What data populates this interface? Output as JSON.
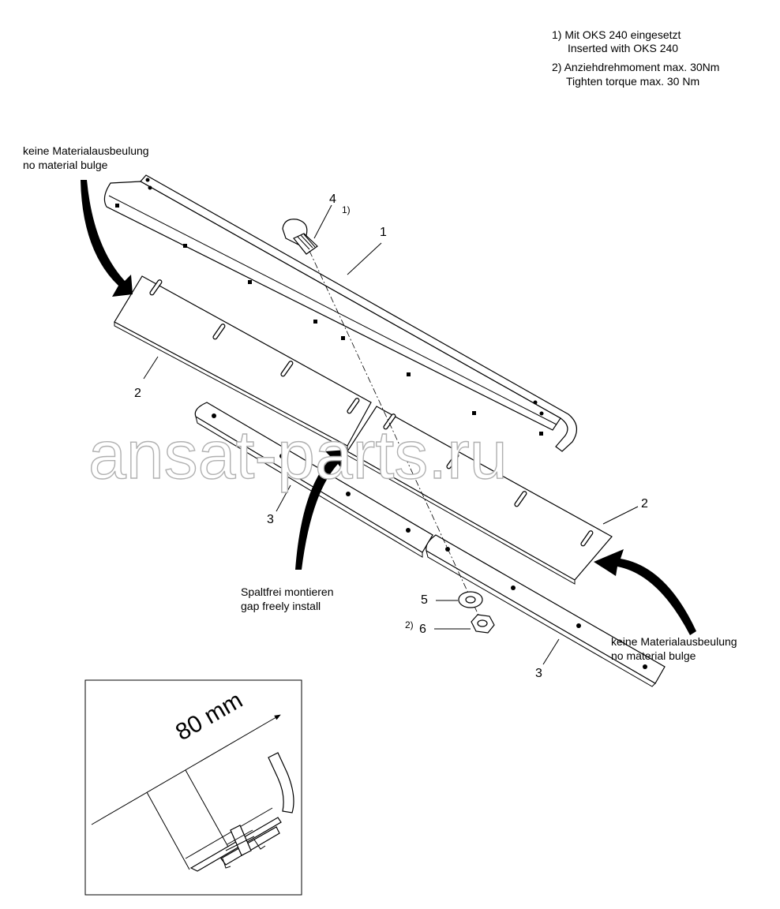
{
  "notes": {
    "note1_de": "1) Mit OKS 240 eingesetzt",
    "note1_en": "Inserted with OKS 240",
    "note2_de": "2) Anziehdrehmoment max. 30Nm",
    "note2_en": "Tighten torque max. 30 Nm"
  },
  "callouts": {
    "bulge_left_de": "keine Materialausbeulung",
    "bulge_left_en": "no material bulge",
    "bulge_right_de": "keine Materialausbeulung",
    "bulge_right_en": "no material bulge",
    "gap_de": "Spaltfrei montieren",
    "gap_en": "gap freely install"
  },
  "part_refs": {
    "p1": "1",
    "p2a": "2",
    "p2b": "2",
    "p3a": "3",
    "p3b": "3",
    "p4": "4",
    "p5": "5",
    "p6": "6",
    "p4_note": "1)",
    "p6_note": "2)"
  },
  "inset": {
    "dimension": "80 mm"
  },
  "watermark": "ansat-parts.ru"
}
